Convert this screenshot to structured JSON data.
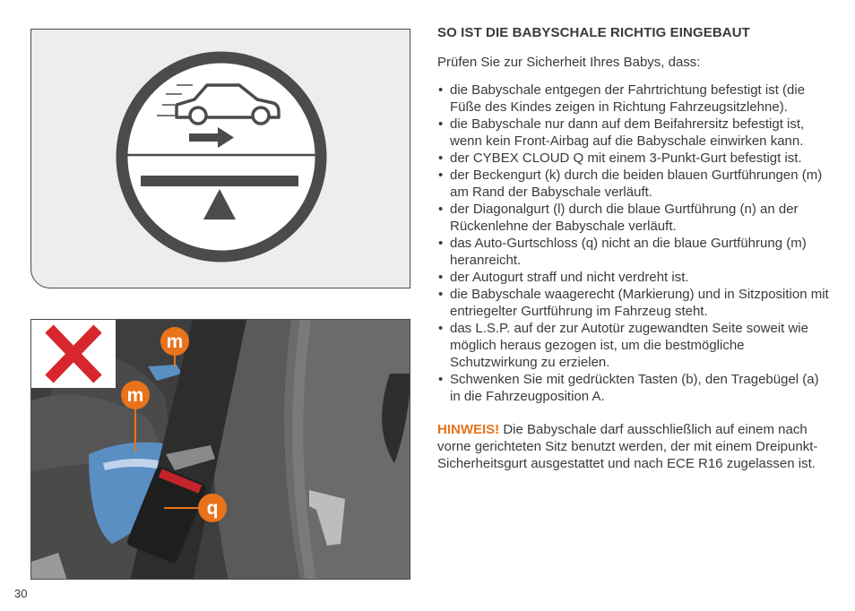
{
  "page_number": "30",
  "section_title": "SO IST DIE BABYSCHALE RICHTIG EINGEBAUT",
  "intro": "Prüfen Sie zur Sicherheit Ihres Babys, dass:",
  "checklist": [
    "die Babyschale entgegen der Fahrtrichtung befestigt ist (die Füße des Kindes zeigen in Richtung Fahrzeugsitzlehne).",
    "die Babyschale nur dann auf dem Beifahrersitz befestigt ist, wenn kein Front-Airbag auf die Babyschale einwirken kann.",
    "der CYBEX CLOUD Q mit einem 3-Punkt-Gurt befestigt ist.",
    "der Beckengurt (k) durch die beiden blauen Gurtführungen (m) am Rand der Babyschale verläuft.",
    "der Diagonalgurt (l) durch die blaue Gurtführung (n) an der Rückenlehne der Babyschale verläuft.",
    "das Auto-Gurtschloss (q) nicht an die blaue Gurtführung (m) heranreicht.",
    "der Autogurt straff und nicht verdreht ist.",
    "die Babyschale waagerecht (Markierung) und in Sitzposition mit entriegelter Gurtführung im Fahrzeug steht.",
    "das L.S.P. auf der zur Autotür zugewandten Seite soweit wie möglich heraus gezogen ist, um die bestmögliche Schutzwirkung zu erzielen.",
    "Schwenken Sie mit gedrückten Tasten (b), den Tragebügel (a) in die Fahrzeugposition A."
  ],
  "note": {
    "label": "HINWEIS!",
    "text": " Die Babyschale darf ausschließlich auf einem nach vorne gerichteten Sitz benutzt werden, der mit einem Dreipunkt-Sicherheitsgurt ausgestattet und nach ECE R16 zugelassen ist."
  },
  "photo_labels": {
    "guide_top": "m",
    "guide_left": "m",
    "buckle": "q"
  },
  "colors": {
    "accent_orange": "#e8731a",
    "wrong_red": "#d7262e",
    "guide_blue": "#5a8fc4",
    "text": "#3a3a3a"
  },
  "icons": {
    "wrong_mark": "cross-icon",
    "direction": "arrow-right-icon",
    "vehicle": "car-icon",
    "level": "level-indicator-icon"
  }
}
